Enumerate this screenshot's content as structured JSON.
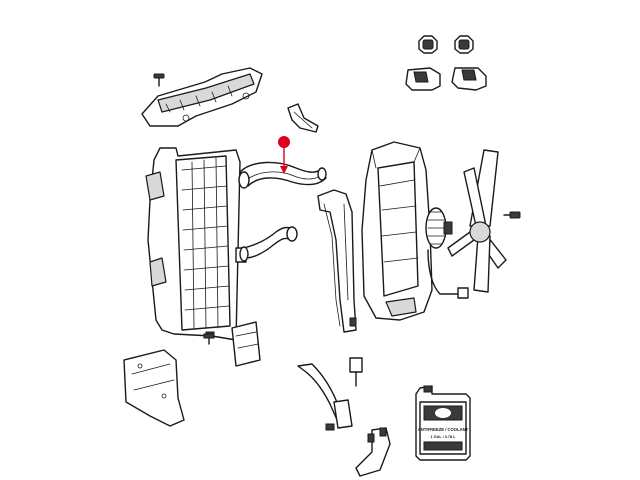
{
  "diagram": {
    "highlight_color": "#e0001b",
    "line_color": "#1a1a1a",
    "callout": {
      "target": "upper-radiator-hose"
    },
    "jug_label": {
      "line1": "ANTIFREEZE / COOLANT",
      "line2": "1 GAL / 3.78 L"
    }
  }
}
